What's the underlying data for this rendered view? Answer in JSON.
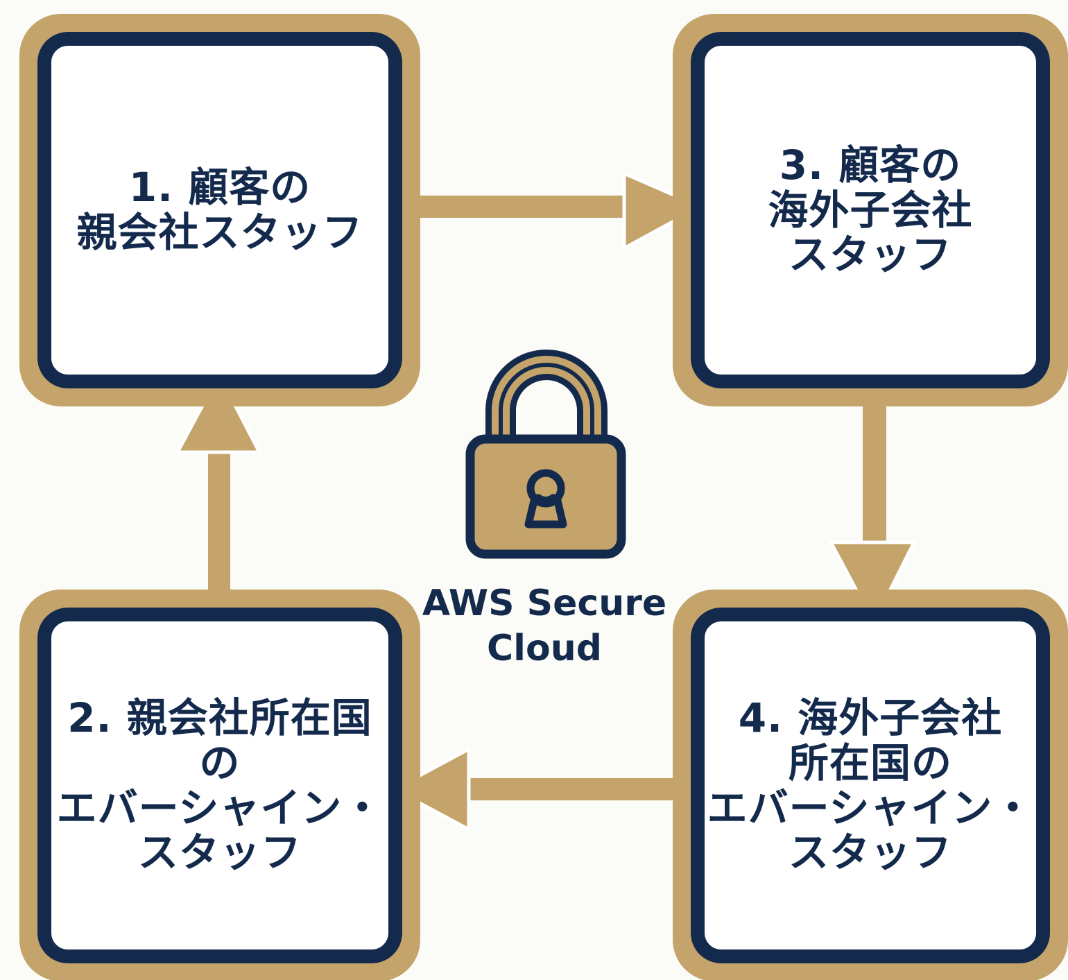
{
  "colors": {
    "navy": "#142a4d",
    "gold": "#c4a46a",
    "background": "#fbfbf8",
    "box_fill": "#ffffff"
  },
  "nodes": [
    {
      "label": "1. 顧客の\n親会社スタッフ"
    },
    {
      "label": "2. 親会社所在国の\nエバーシャイン・\nスタッフ"
    },
    {
      "label": "3. 顧客の\n海外子会社\nスタッフ"
    },
    {
      "label": "4. 海外子会社\n所在国の\nエバーシャイン・\nスタッフ"
    }
  ],
  "center": {
    "icon": "padlock-icon",
    "caption": "AWS Secure\nCloud"
  },
  "edges": [
    {
      "from": "1",
      "to": "3"
    },
    {
      "from": "3",
      "to": "4"
    },
    {
      "from": "4",
      "to": "2"
    },
    {
      "from": "2",
      "to": "1"
    }
  ]
}
